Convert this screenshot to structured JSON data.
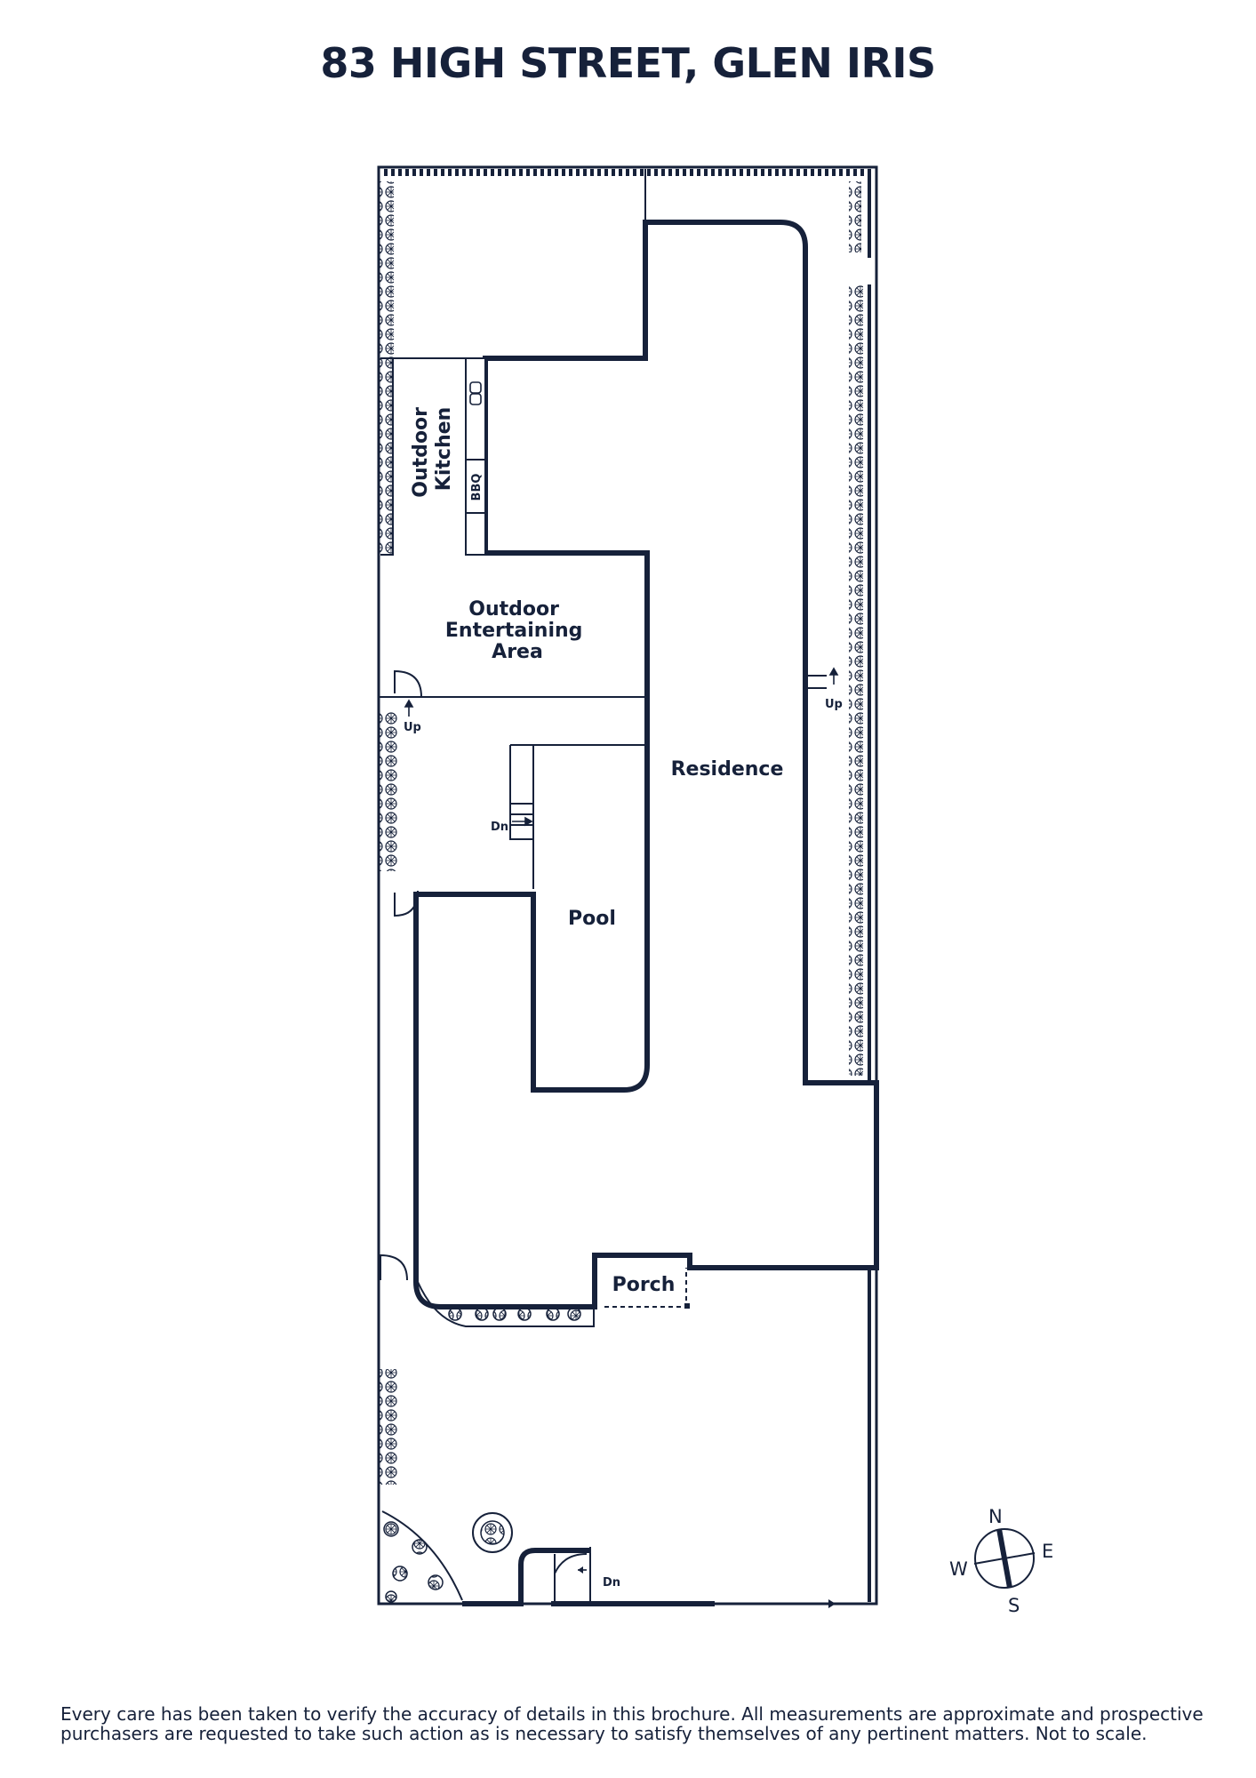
{
  "title": "83 HIGH STREET, GLEN IRIS",
  "rooms": {
    "outdoor_kitchen": [
      "Outdoor",
      "Kitchen"
    ],
    "outdoor_entertaining": [
      "Outdoor",
      "Entertaining",
      "Area"
    ],
    "residence": "Residence",
    "pool": "Pool",
    "porch": "Porch"
  },
  "fixtures": {
    "bbq": "BBQ"
  },
  "stairs": {
    "up_left": "Up",
    "up_right": "Up",
    "dn_pool": "Dn",
    "dn_front": "Dn"
  },
  "compass": {
    "n": "N",
    "e": "E",
    "s": "S",
    "w": "W"
  },
  "disclaimer": [
    "Every care has been taken to verify the accuracy of details in this brochure. All measurements are approximate and prospective",
    "purchasers are requested to take such action as is necessary to satisfy themselves of any pertinent matters. Not to scale."
  ],
  "colors": {
    "ink": "#16213a",
    "background": "#ffffff"
  }
}
